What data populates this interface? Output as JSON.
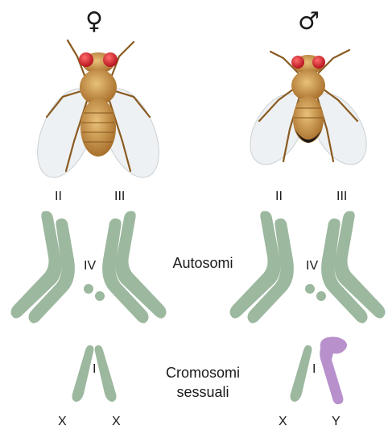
{
  "colors": {
    "chromosome": "#9cb89f",
    "y_chromosome": "#b891cc",
    "fly_body": "#c08a3e",
    "fly_eye": "#d7232f"
  },
  "female": {
    "symbol": "♀",
    "autosome_labels": [
      "II",
      "III"
    ],
    "dot_label": "IV",
    "sex_label": "I",
    "sex_chromosomes": [
      "X",
      "X"
    ]
  },
  "male": {
    "symbol": "♂",
    "autosome_labels": [
      "II",
      "III"
    ],
    "dot_label": "IV",
    "sex_label": "I",
    "sex_chromosomes": [
      "X",
      "Y"
    ]
  },
  "center": {
    "autosomes": "Autosomi",
    "sex_line1": "Cromosomi",
    "sex_line2": "sessuali"
  }
}
